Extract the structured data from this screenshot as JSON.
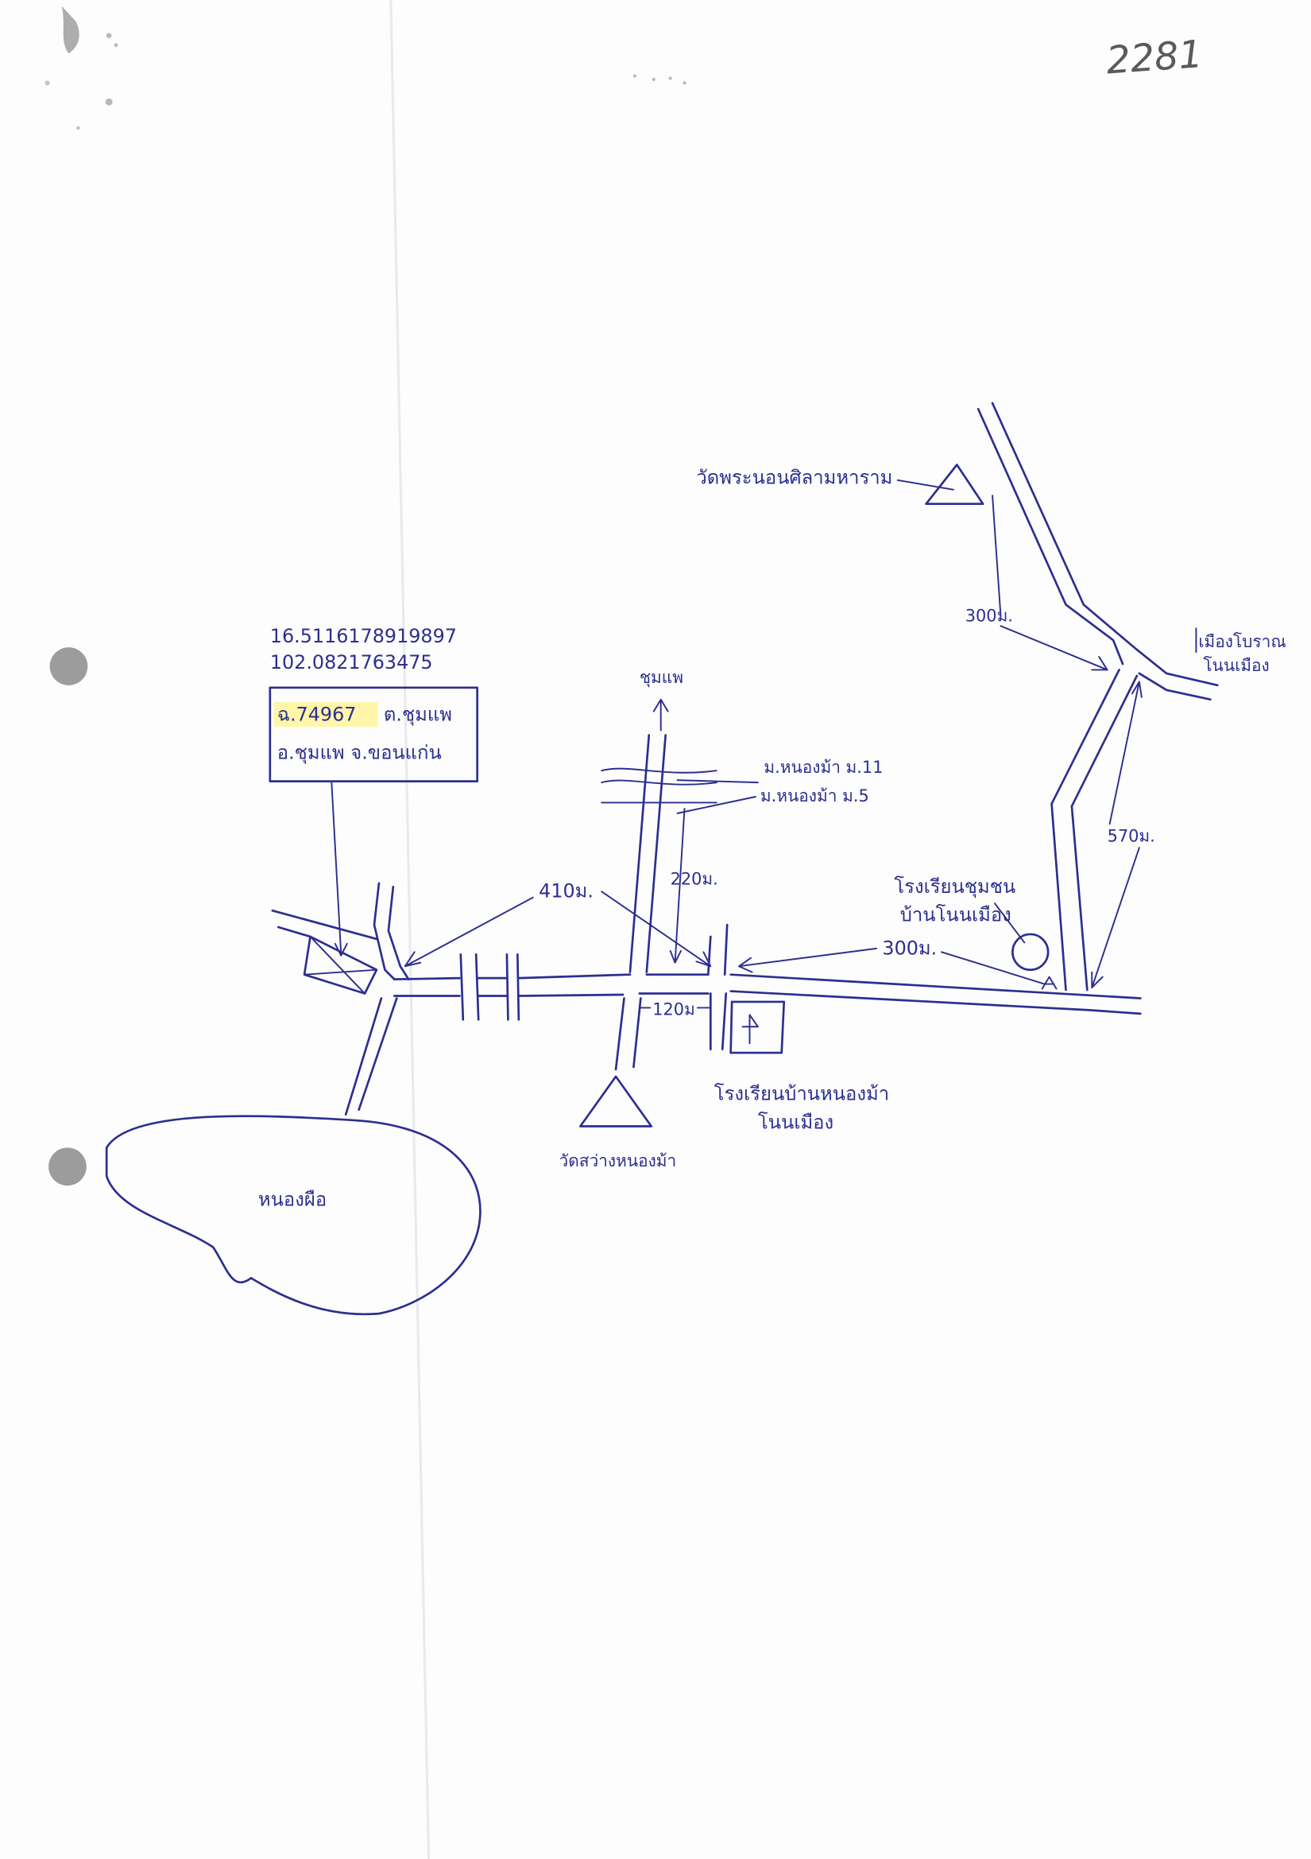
{
  "page_number": "2281",
  "coordinates": {
    "lat": "16.5116178919897",
    "lon": "102.0821763475"
  },
  "parcel_box": {
    "deed": "ฉ.74967",
    "tambon": "ต.ชุมแพ",
    "line2": "อ.ชุมแพ จ.ขอนแก่น"
  },
  "labels": {
    "north_destination": "ชุมแพ",
    "village_11": "ม.หนองม้า ม.11",
    "village_5": "ม.หนองม้า ม.5",
    "temple_north": "วัดพระนอนศิลามหาราม",
    "ancient_city_line1": "เมืองโบราณ",
    "ancient_city_line2": "โนนเมือง",
    "community_school_line1": "โรงเรียนชุมชน",
    "community_school_line2": "บ้านโนนเมือง",
    "school_line1": "โรงเรียนบ้านหนองม้า",
    "school_line2": "โนนเมือง",
    "temple_south": "วัดสว่างหนองม้า",
    "lake": "หนองผือ"
  },
  "distances": {
    "temple_to_road": "300ม.",
    "junction_to_road": "570ม.",
    "school_to_crossroad": "300ม.",
    "parcel_to_crossroad": "410ม.",
    "crossroad_to_village": "220ม.",
    "crossroad_gap": "120ม"
  },
  "colors": {
    "ink": "#2c2f8f",
    "pencil": "#5a5a5a",
    "highlight": "#fff59a",
    "punch_hole": "#9c9c9c"
  }
}
